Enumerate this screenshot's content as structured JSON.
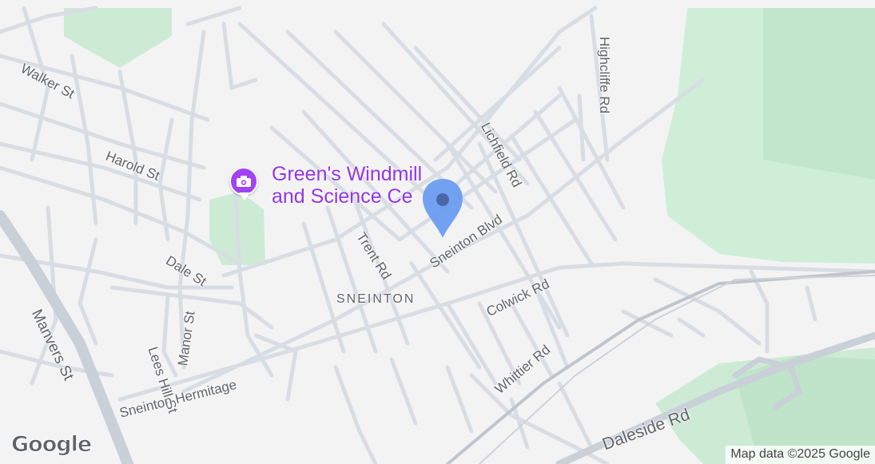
{
  "map": {
    "poi": {
      "name_line1": "Green's Windmill",
      "name_line2": "and Science Ce",
      "icon": "camera-icon",
      "color": "#a142f4"
    },
    "marker": {
      "icon": "location-pin-icon",
      "color": "#6b9cf0"
    },
    "streets": {
      "walker": "Walker St",
      "harold": "Harold St",
      "dale": "Dale St",
      "manvers": "Manvers St",
      "manor": "Manor St",
      "lees_hill": "Lees Hill St",
      "sneinton_hermitage": "Sneinton Hermitage",
      "trent": "Trent Rd",
      "sneinton_blvd": "Sneinton Blvd",
      "lichfield": "Lichfield Rd",
      "highcliffe": "Highcliffe Rd",
      "colwick": "Colwick Rd",
      "whittier": "Whittier Rd",
      "daleside": "Daleside Rd"
    },
    "area_label": "SNEINTON",
    "logo": "Google",
    "attribution": "Map data ©2025 Google",
    "colors": {
      "land": "#f3f3f4",
      "park": "#cdebd4",
      "road": "#d8dde4",
      "major_road": "#c9d0d8",
      "label": "#5f6368"
    }
  }
}
